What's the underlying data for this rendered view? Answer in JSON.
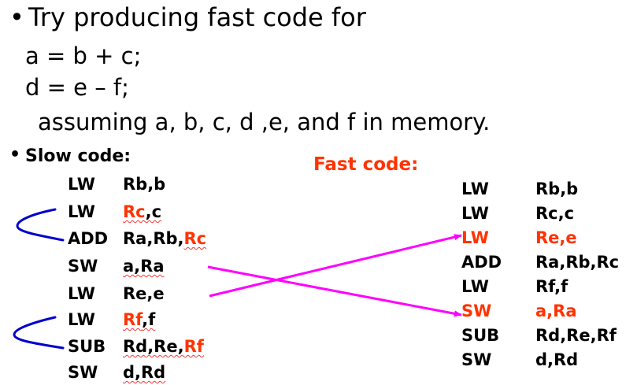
{
  "bullet": "•",
  "title": "Try producing fast code for",
  "stmt1": "a = b + c;",
  "stmt2": "d = e – f;",
  "assumption": "assuming a, b, c, d ,e, and f in memory.",
  "slow_label": "Slow code:",
  "fast_label": "Fast code:",
  "slow": [
    [
      "LW",
      "Rb,b"
    ],
    [
      "LW",
      "Rc,c"
    ],
    [
      "ADD",
      "Ra,Rb,Rc"
    ],
    [
      "SW",
      "a,Ra"
    ],
    [
      "LW",
      "Re,e"
    ],
    [
      "LW",
      "Rf,f"
    ],
    [
      "SUB",
      "Rd,Re,Rf"
    ],
    [
      "SW",
      "d,Rd"
    ]
  ],
  "slow_parts": {
    "r1a": "Rb,b",
    "r2a": "Rc",
    "r2b": ",c",
    "r3a": "Ra,Rb,",
    "r3b": "Rc",
    "r6a": "Rf",
    "r6b": ",f",
    "r7a": "Rd,Re,",
    "r7b": "Rf"
  },
  "fast": [
    [
      "LW",
      "Rb,b"
    ],
    [
      "LW",
      "Rc,c"
    ],
    [
      "LW",
      "Re,e"
    ],
    [
      "ADD",
      "Ra,Rb,Rc"
    ],
    [
      "LW",
      "Rf,f"
    ],
    [
      "SW",
      "a,Ra"
    ],
    [
      "SUB",
      "Rd,Re,Rf"
    ],
    [
      "SW",
      "d,Rd"
    ]
  ],
  "colors": {
    "highlight": "#ff3300",
    "arrow": "#ff00ff",
    "bracket": "#0000cc"
  }
}
